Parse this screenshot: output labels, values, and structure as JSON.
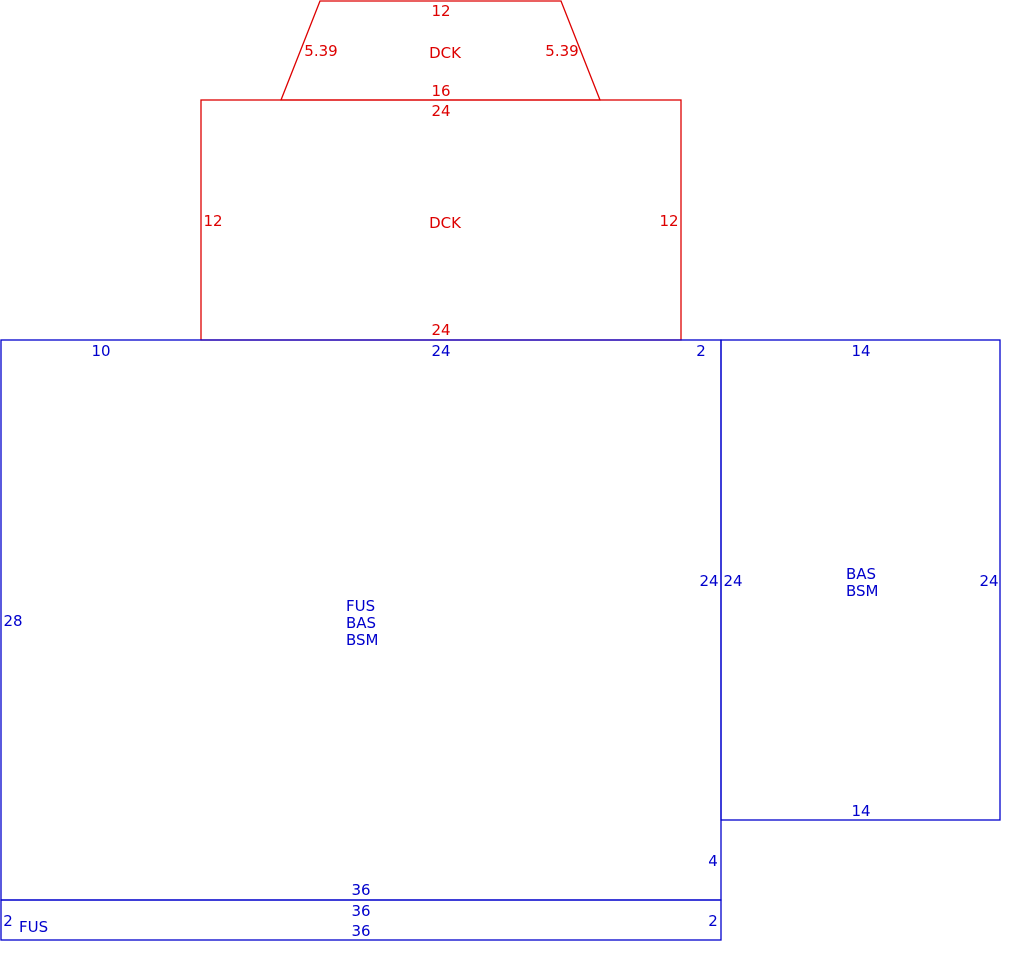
{
  "colors": {
    "deck": "#dd0000",
    "house": "#0000cc",
    "background": "#ffffff"
  },
  "deck_upper": {
    "label": "DCK",
    "top": "12",
    "left": "5.39",
    "right": "5.39",
    "bottom": "16"
  },
  "deck_lower": {
    "label": "DCK",
    "top": "24",
    "left": "12",
    "right": "12",
    "bottom": "24"
  },
  "main": {
    "label": [
      "FUS",
      "BAS",
      "BSM"
    ],
    "top_left": "10",
    "top_mid": "24",
    "top_right": "2",
    "left": "28",
    "right_upper": "24",
    "right_lower": "4",
    "bottom": "36"
  },
  "addition": {
    "label": [
      "BAS",
      "BSM"
    ],
    "top": "14",
    "left": "24",
    "right": "24",
    "bottom": "14"
  },
  "strip": {
    "label": "FUS",
    "top": "36",
    "left": "2",
    "right": "2",
    "bottom": "36"
  }
}
